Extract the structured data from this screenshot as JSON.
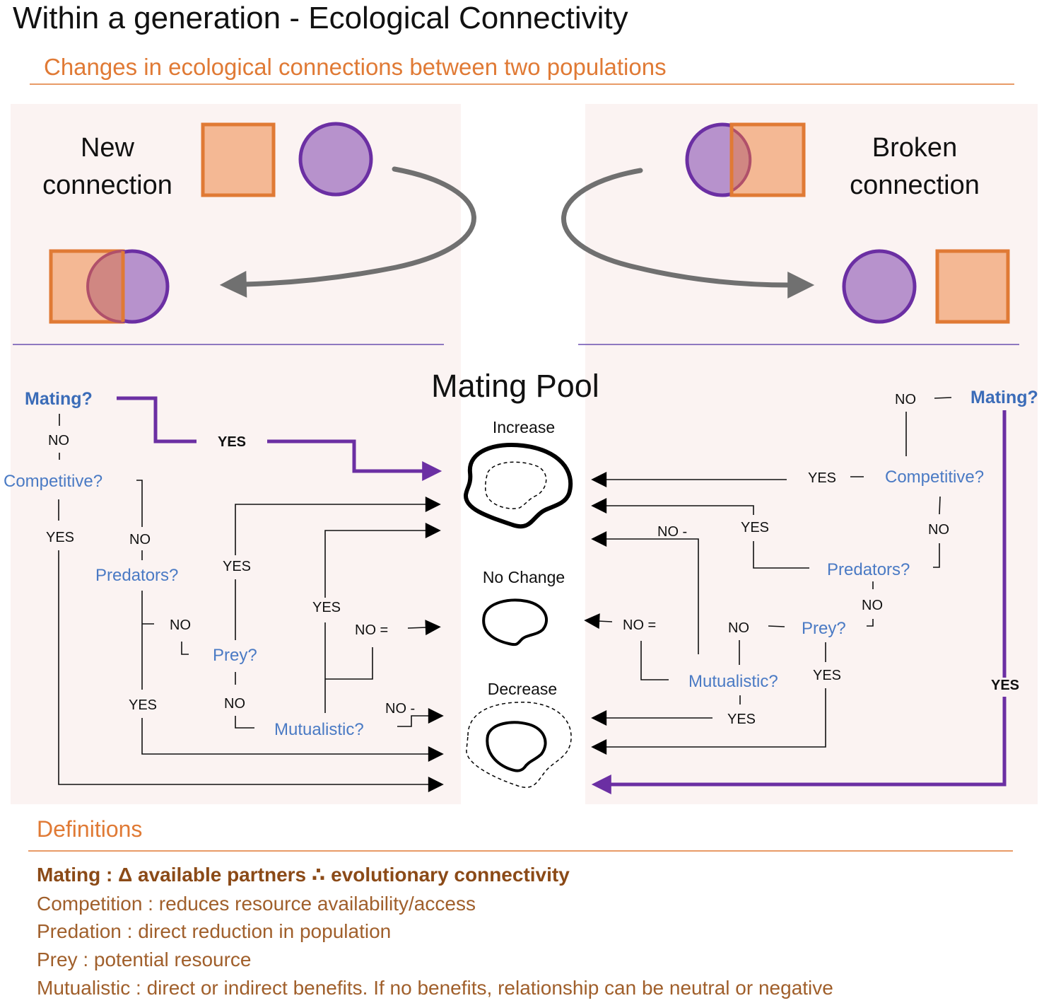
{
  "header": {
    "title": "Within a generation  - Ecological Connectivity",
    "subtitle": "Changes in ecological connections between two populations"
  },
  "panels": {
    "new_line1": "New",
    "new_line2": "connection",
    "broken_line1": "Broken",
    "broken_line2": "connection"
  },
  "pool": {
    "title": "Mating Pool",
    "increase": "Increase",
    "no_change": "No Change",
    "decrease": "Decrease"
  },
  "left_flow": {
    "mating": "Mating?",
    "yes_mating": "YES",
    "no1": "NO",
    "competitive": "Competitive?",
    "yes_comp": "YES",
    "no_comp": "NO",
    "predators": "Predators?",
    "no_pred": "NO",
    "yes_pred": "YES",
    "prey": "Prey?",
    "yes_prey": "YES",
    "no_prey": "NO",
    "mutualistic": "Mutualistic?",
    "yes_mut": "YES",
    "no_eq": "NO =",
    "no_minus": "NO -"
  },
  "right_flow": {
    "mating": "Mating?",
    "no_mating": "NO",
    "yes_mating": "YES",
    "competitive": "Competitive?",
    "yes_comp": "YES",
    "no_comp": "NO",
    "predators": "Predators?",
    "yes_pred": "YES",
    "no_minus": "NO -",
    "no_pred": "NO",
    "prey": "Prey?",
    "no_prey": "NO",
    "yes_prey": "YES",
    "mutualistic": "Mutualistic?",
    "no_eq": "NO =",
    "yes_mut": "YES"
  },
  "definitions": {
    "heading": "Definitions",
    "mating": "Mating :   Δ available partners ∴ evolutionary connectivity",
    "competition": "Competition :   reduces resource availability/access",
    "predation": "Predation :  direct reduction in population",
    "prey": "Prey :  potential resource",
    "mutualistic": "Mutualistic :  direct or indirect benefits. If no benefits, relationship can be neutral or negative"
  },
  "colors": {
    "orange": "#e07a35",
    "square_fill": "#f4b894",
    "purple": "#6b2fa3",
    "circle_fill": "#b792cc",
    "question_blue": "#4a7ac4",
    "panel_bg": "#fbf3f2"
  }
}
